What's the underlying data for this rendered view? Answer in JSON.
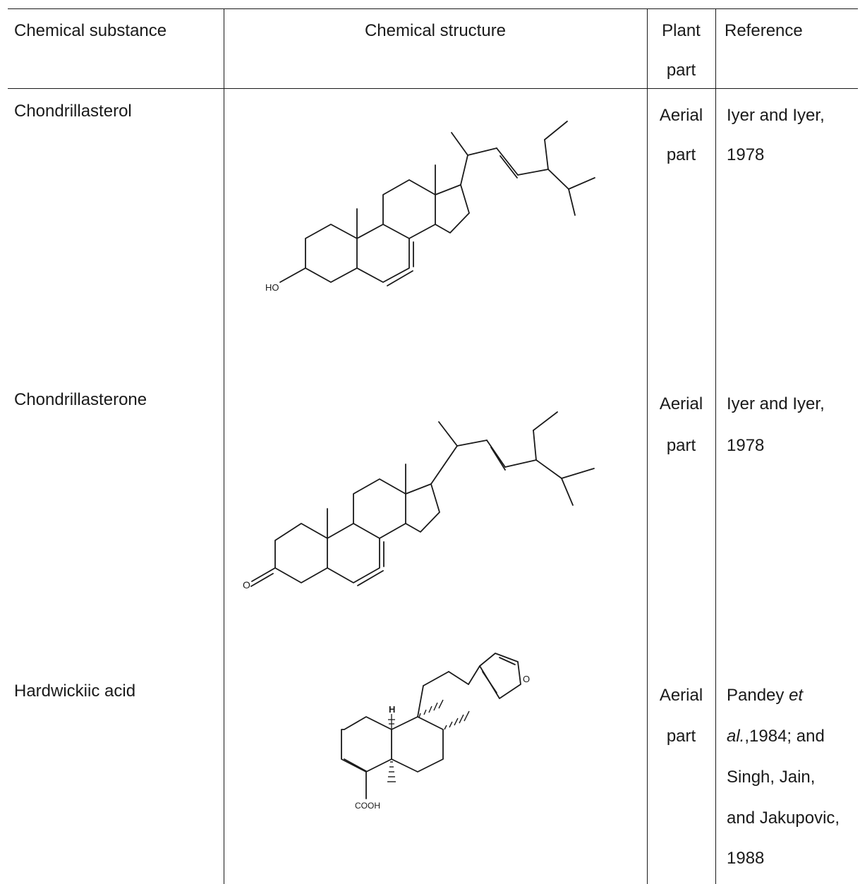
{
  "table": {
    "headers": {
      "substance": "Chemical substance",
      "structure": "Chemical structure",
      "plant_part_line1": "Plant",
      "plant_part_line2": "part",
      "reference": "Reference"
    },
    "rows": [
      {
        "substance": "Chondrillasterol",
        "plant_part_line1": "Aerial",
        "plant_part_line2": "part",
        "reference_lines": [
          "Iyer and Iyer,",
          "1978"
        ],
        "structure_labels": [
          "HO"
        ]
      },
      {
        "substance": "Chondrillasterone",
        "plant_part_line1": "Aerial",
        "plant_part_line2": "part",
        "reference_lines": [
          "Iyer and Iyer,",
          "1978"
        ],
        "structure_labels": [
          "O"
        ]
      },
      {
        "substance": "Hardwickiic acid",
        "plant_part_line1": "Aerial",
        "plant_part_line2": "part",
        "reference_parts": {
          "line1_a": "Pandey ",
          "line1_b": "et",
          "line2_a": "al.",
          "line2_b": ",1984; and",
          "line3": "Singh, Jain,",
          "line4": "and Jakupovic,",
          "line5": "1988"
        },
        "structure_labels": [
          "H",
          "O",
          "COOH"
        ]
      }
    ]
  }
}
